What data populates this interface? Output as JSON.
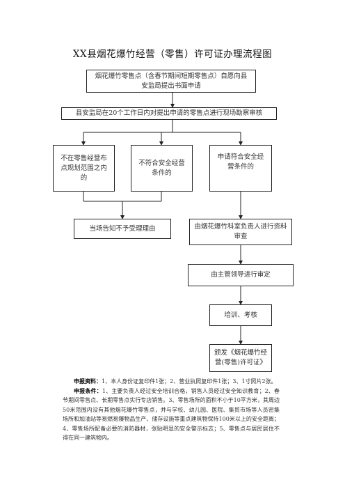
{
  "title": "XX县烟花爆竹经营（零售）许可证办理流程图",
  "nodes": {
    "apply": "烟花爆竹零售点（含春节期间短期零售点）自愿向县安监局提出书面申请",
    "inspect": "县安监局在20个工作日内对提出申请的零售点进行现场勘察审核",
    "out_of_plan": "不在零售经营布点规划范围之内的",
    "not_safe": "不符合安全经营条件的",
    "meets": "申请符合安全经营条件的",
    "reject": "当场告知不予受理理由",
    "review": "由烟花爆竹科室负责人进行资料审查",
    "approve": "由主管领导进行审定",
    "training": "培训、考核",
    "issue": "颁发《烟花爆竹经营(零售)许可证》"
  },
  "notes": {
    "materials_label": "申报资料：",
    "materials_text": "1、本人身份证复印件1张；2、营业执照复印件1张；3、1寸照片2张。",
    "conditions_label": "申报条件：",
    "conditions_text": "1、主要负责人经过安全培训合格，销售人员经过安全知识教育；2、春节期间零售点、长期零售点实行专店销售。3、零售场所的面积不小于10平方米，其周边50米范围内没有其他烟花爆竹零售点，并与学校、幼儿园、医院、集贸市场等人员密集场所和加油站等易燃易爆物品生产、储存设施等重点建筑物保持100米以上的安全距离；4、零售场所配备必要的消防器材，张贴明显的安全警示标志；5、零售点与居民居住不得在同一建筑物内。"
  }
}
